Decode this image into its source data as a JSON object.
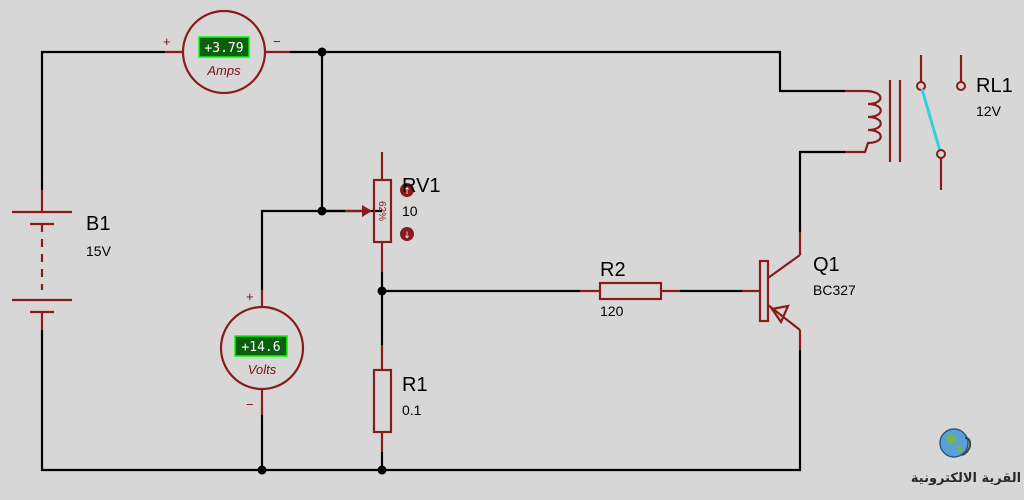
{
  "battery": {
    "name": "B1",
    "value": "15V"
  },
  "ammeter": {
    "reading": "+3.79",
    "unit": "Amps",
    "plus": "+",
    "minus": "−"
  },
  "voltmeter": {
    "reading": "+14.6",
    "unit": "Volts",
    "plus": "+",
    "minus": "−"
  },
  "potentiometer": {
    "name": "RV1",
    "value": "10",
    "setting": "62%"
  },
  "resistor1": {
    "name": "R1",
    "value": "0.1"
  },
  "resistor2": {
    "name": "R2",
    "value": "120"
  },
  "transistor": {
    "name": "Q1",
    "value": "BC327"
  },
  "relay": {
    "name": "RL1",
    "value": "12V"
  },
  "watermark": {
    "text": "القرية الالكترونية"
  },
  "colors": {
    "wire": "#000000",
    "component": "#8b1a1a",
    "display_bg": "#0b5e0b",
    "display_border": "#00ff00",
    "switch_blade": "#35d0e0",
    "background": "#d7d7d7"
  }
}
